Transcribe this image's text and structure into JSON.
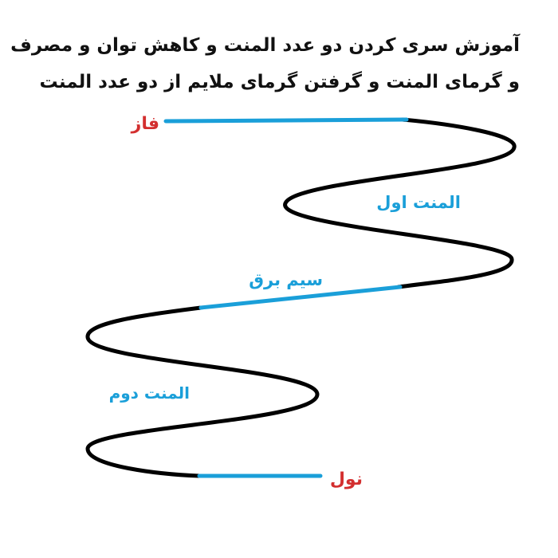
{
  "title": {
    "line1": "آموزش سری کردن دو عدد المنت و کاهش توان و مصرف",
    "line2": "و گرمای المنت و گرفتن گرمای ملایم از دو عدد المنت"
  },
  "labels": {
    "phase": "فاز",
    "element1": "المنت اول",
    "bridge_wire": "سیم برق",
    "element2": "المنت دوم",
    "neutral": "نول"
  },
  "colors": {
    "wire": "#1a9fd9",
    "element_coil": "#000000",
    "terminal_label": "#d32f2f",
    "part_label": "#1a9fd9",
    "title_text": "#111111"
  }
}
